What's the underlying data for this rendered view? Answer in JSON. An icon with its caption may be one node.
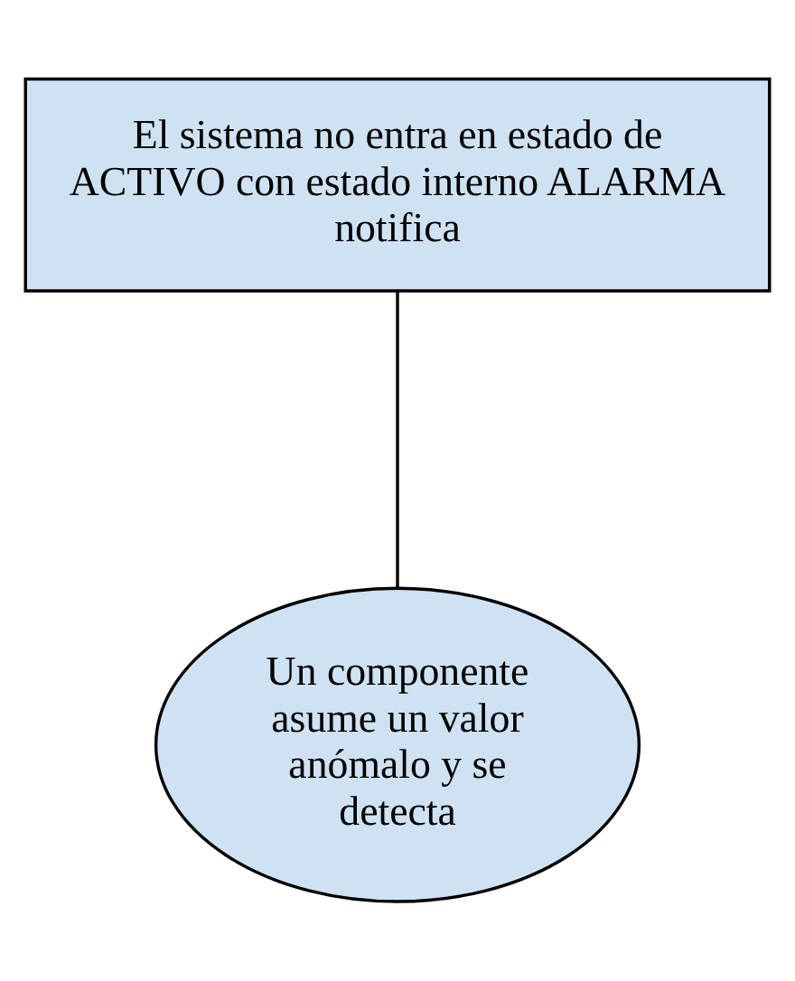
{
  "diagram": {
    "nodes": [
      {
        "text": [
          "El sistema no entra en estado de ACTIVO con estado interno ALARMA notifica"
        ]
      },
      {
        "text": [
          "Un componente asume un valor anómalo y se detecta"
        ]
      }
    ],
    "edges": [
      {
        "from": 0,
        "to": 1,
        "arrow": "none"
      }
    ]
  }
}
